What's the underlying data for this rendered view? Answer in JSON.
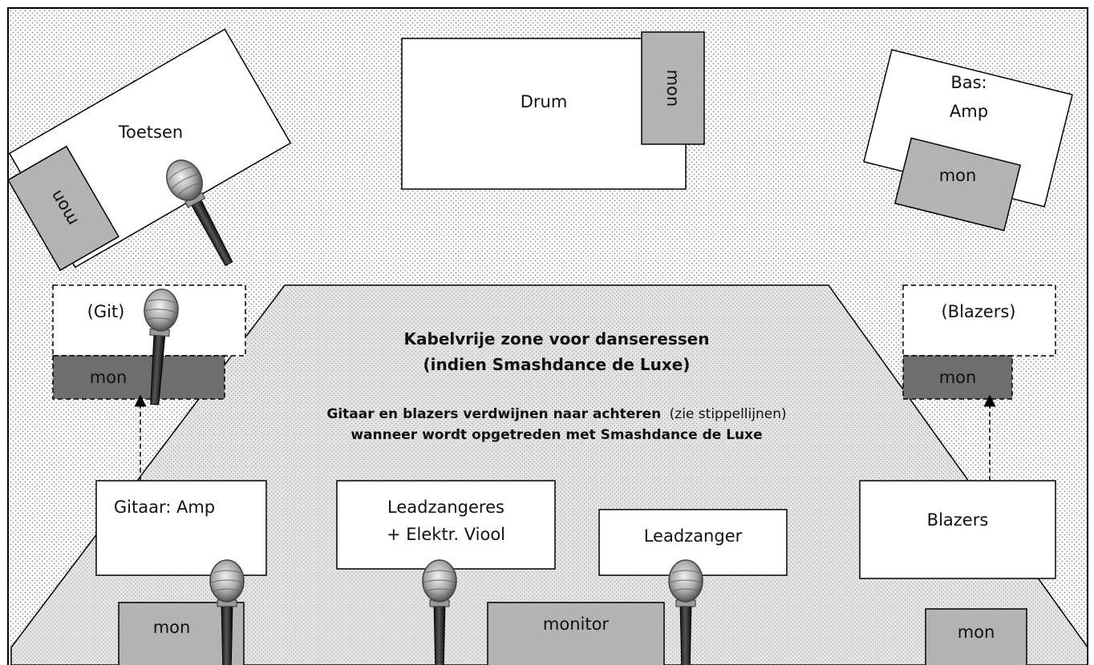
{
  "zone": {
    "title_line1": "Kabelvrije zone voor danseressen",
    "title_line2": "(indien Smashdance de Luxe)",
    "note_bold1": "Gitaar en blazers verdwijnen naar achteren",
    "note_normal": "(zie stippellijnen)",
    "note_bold2": "wanneer wordt opgetreden met Smashdance de Luxe"
  },
  "drum": {
    "label": "Drum",
    "monitor": "mon"
  },
  "keys": {
    "label": "Toetsen",
    "monitor": "mon"
  },
  "bass": {
    "label_line1": "Bas:",
    "label_line2": "Amp",
    "monitor": "mon"
  },
  "git_back": {
    "label": "(Git)",
    "monitor": "mon"
  },
  "blazers_back": {
    "label": "(Blazers)",
    "monitor": "mon"
  },
  "guitar_amp": {
    "label": "Gitaar: Amp",
    "monitor": "mon"
  },
  "lead_female": {
    "label_line1": "Leadzangeres",
    "label_line2": "+ Elektr. Viool"
  },
  "lead_male": {
    "label": "Leadzanger"
  },
  "center_monitor": {
    "label": "monitor"
  },
  "blazers_front": {
    "label": "Blazers",
    "monitor": "mon"
  }
}
